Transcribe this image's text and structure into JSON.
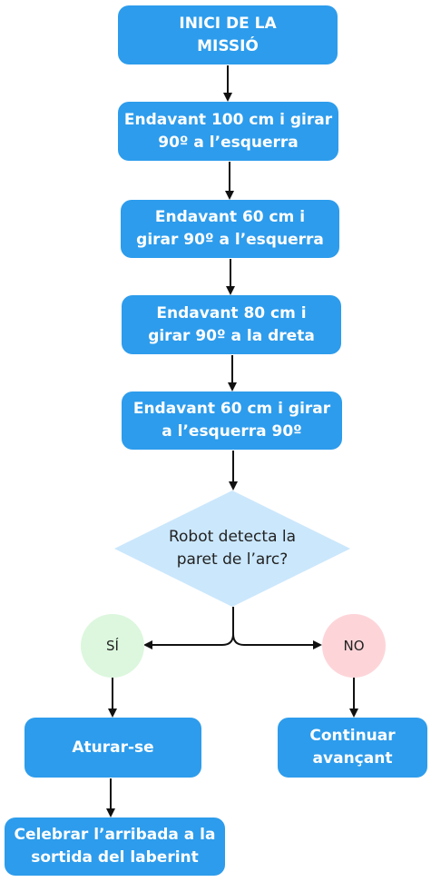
{
  "flow": {
    "start": "INICI DE LA MISSIÓ",
    "step1": "Endavant 100 cm i girar 90º a l’esquerra",
    "step2": "Endavant 60 cm i girar 90º a l’esquerra",
    "step3": "Endavant 80 cm i girar 90º a la dreta",
    "step4": "Endavant 60 cm i girar a l’esquerra 90º",
    "decision": "Robot detecta la paret de l’arc?",
    "yes": "SÍ",
    "no": "NO",
    "yes_action": "Aturar-se",
    "no_action": "Continuar avançant",
    "final": "Celebrar l’arribada a la sortida del laberint"
  },
  "colors": {
    "box": "#2d9cec",
    "diamond": "#cbe7fc",
    "yes_circle": "#dcf7dd",
    "no_circle": "#fdd5d9",
    "arrow": "#111111"
  }
}
